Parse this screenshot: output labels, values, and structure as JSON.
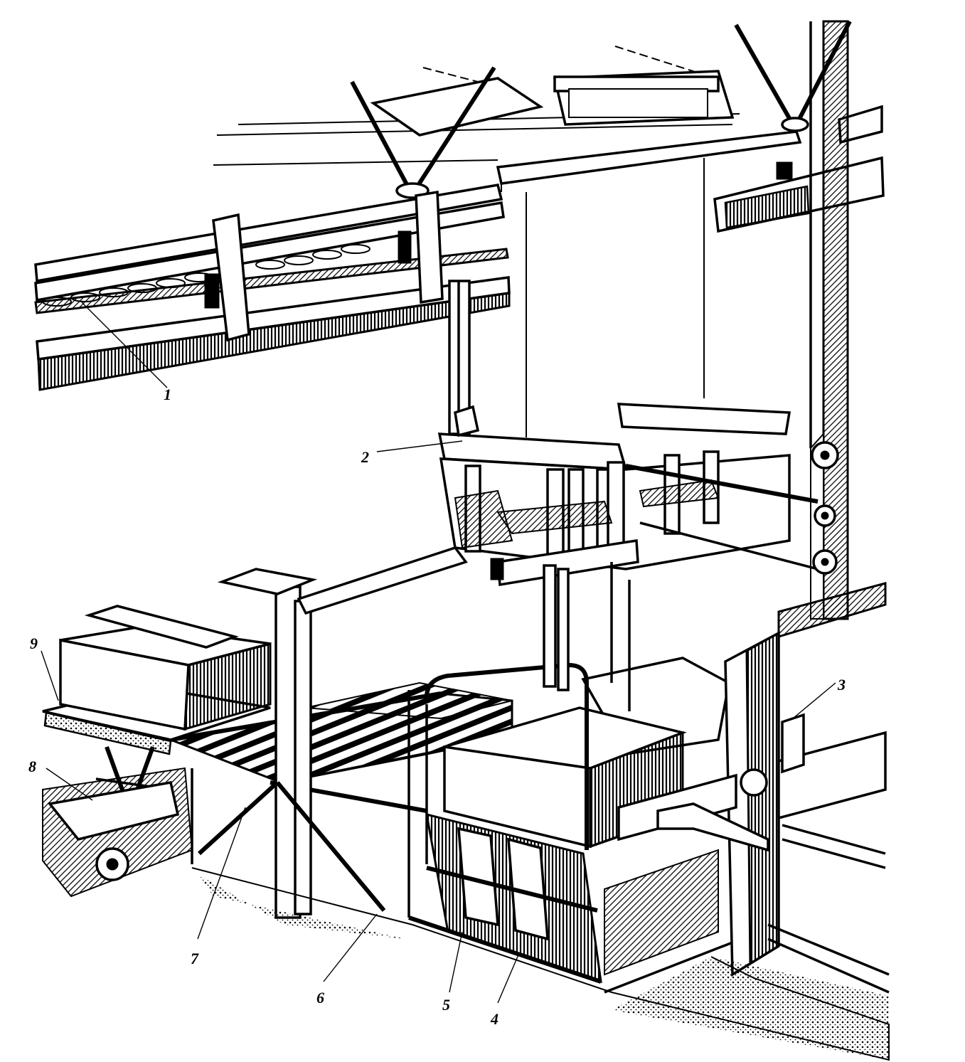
{
  "figure": {
    "callouts": [
      {
        "id": "1",
        "text": "1"
      },
      {
        "id": "2",
        "text": "2"
      },
      {
        "id": "3",
        "text": "3"
      },
      {
        "id": "4",
        "text": "4"
      },
      {
        "id": "5",
        "text": "5"
      },
      {
        "id": "6",
        "text": "6"
      },
      {
        "id": "7",
        "text": "7"
      },
      {
        "id": "8",
        "text": "8"
      },
      {
        "id": "9",
        "text": "9"
      }
    ]
  },
  "colors": {
    "ink": "#000000",
    "paper": "#ffffff"
  }
}
